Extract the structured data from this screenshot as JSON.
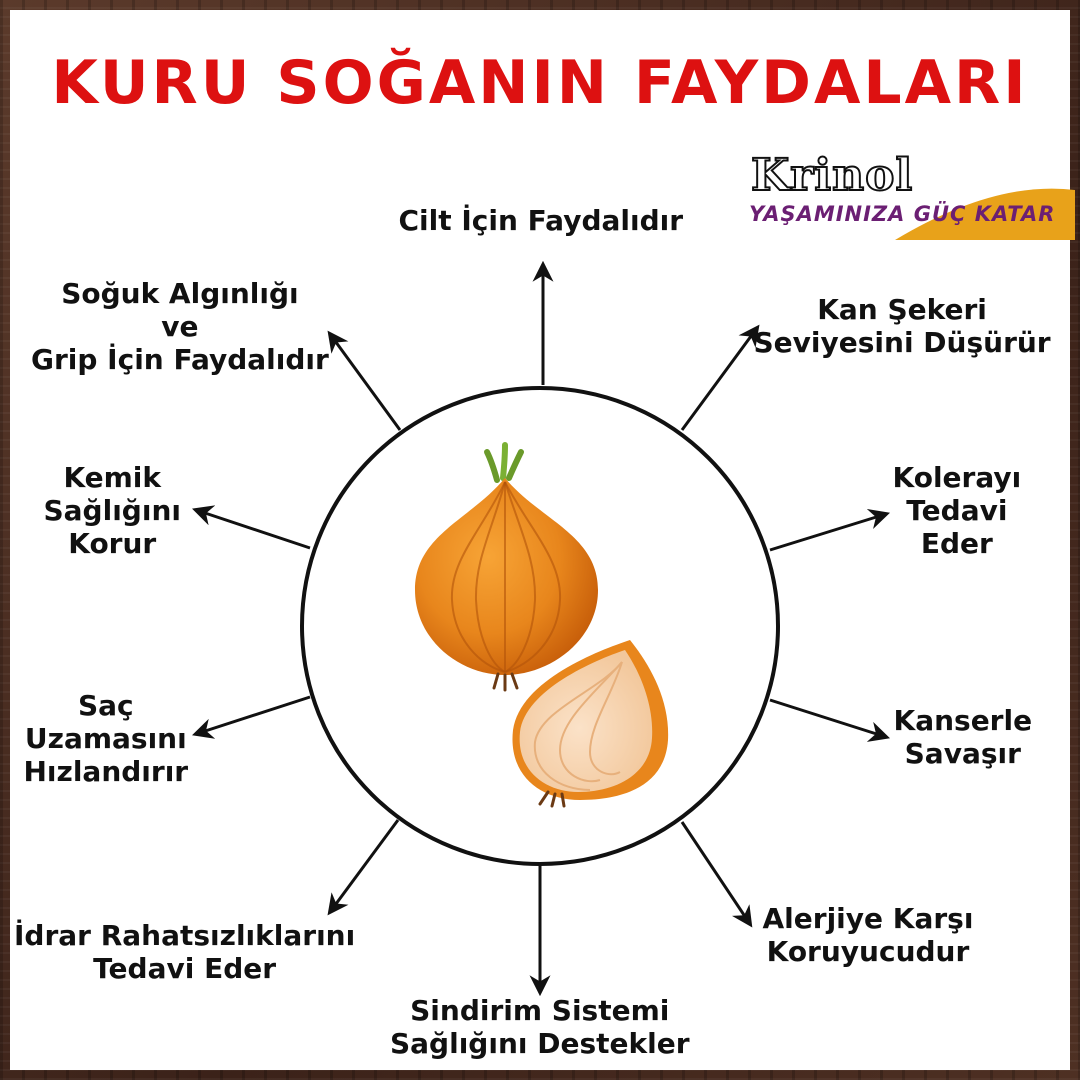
{
  "title": "KURU SOĞANIN FAYDALARI",
  "logo": {
    "name": "Krinol",
    "slogan": "YAŞAMINIZA GÜÇ KATAR"
  },
  "benefits": [
    {
      "lines": [
        "Cilt İçin Faydalıdır"
      ]
    },
    {
      "lines": [
        "Kan Şekeri",
        "Seviyesini Düşürür"
      ]
    },
    {
      "lines": [
        "Kolerayı",
        "Tedavi",
        "Eder"
      ]
    },
    {
      "lines": [
        "Kanserle",
        "Savaşır"
      ]
    },
    {
      "lines": [
        "Alerjiye Karşı",
        "Koruyucudur"
      ]
    },
    {
      "lines": [
        "Sindirim Sistemi",
        "Sağlığını Destekler"
      ]
    },
    {
      "lines": [
        "İdrar Rahatsızlıklarını",
        "Tedavi Eder"
      ]
    },
    {
      "lines": [
        "Saç",
        "Uzamasını",
        "Hızlandırır"
      ]
    },
    {
      "lines": [
        "Kemik",
        "Sağlığını",
        "Korur"
      ]
    },
    {
      "lines": [
        "Soğuk Algınlığı",
        "ve",
        "Grip İçin Faydalıdır"
      ]
    }
  ],
  "colors": {
    "title": "#dd1111",
    "slogan": "#6b1f73",
    "logo_band": "#e8a21a",
    "onion": "#e8861c"
  }
}
